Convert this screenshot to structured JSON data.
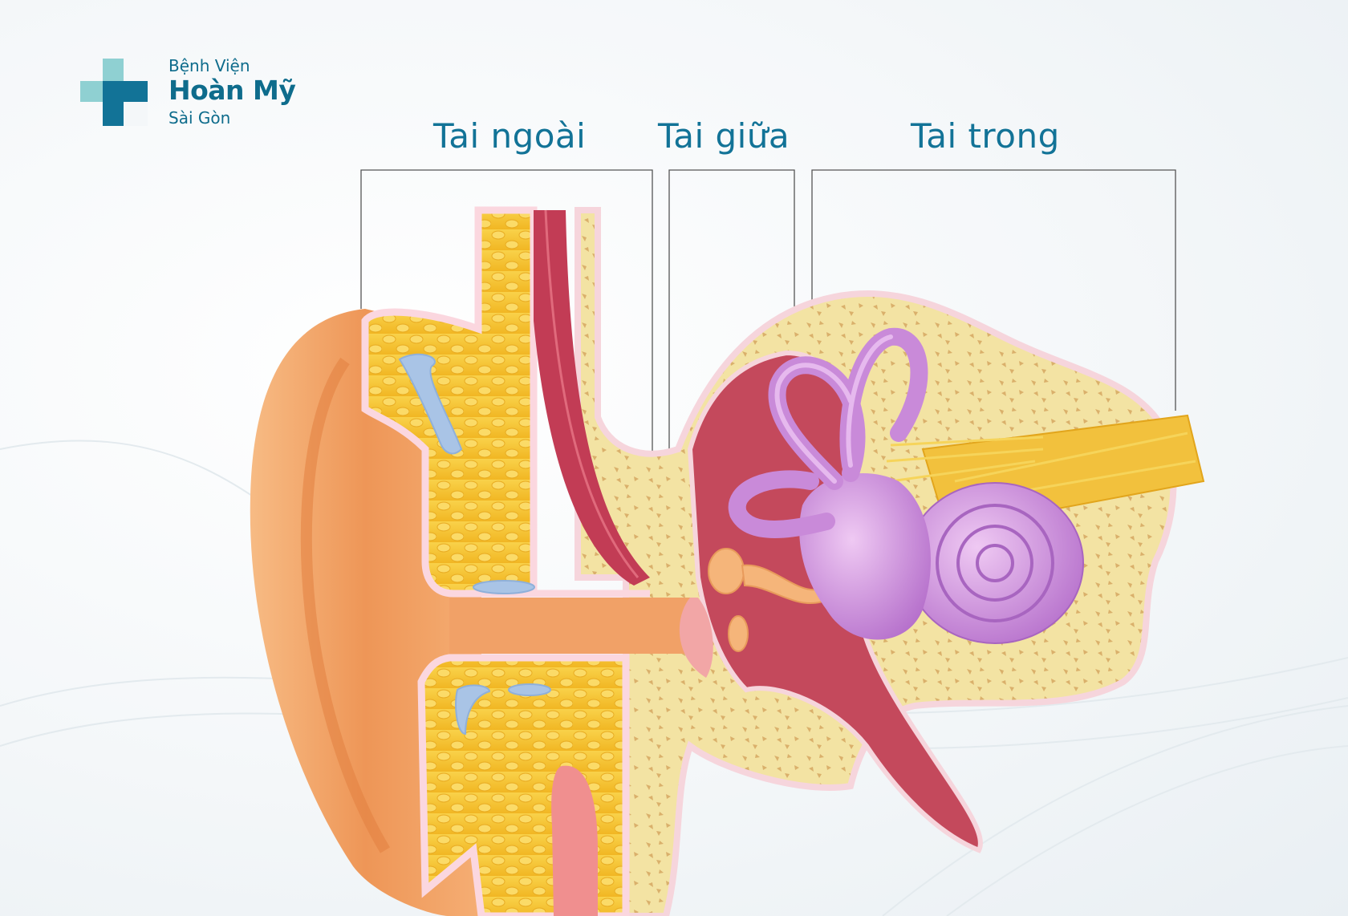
{
  "logo": {
    "line1": "Bệnh Viện",
    "line2": "Hoàn Mỹ",
    "line3": "Sài Gòn",
    "icon": "medical-cross-icon",
    "colors": {
      "primary": "#127397",
      "light": "#8fd0d2"
    }
  },
  "sections": {
    "outer_ear": "Tai ngoài",
    "middle_ear": "Tai giữa",
    "inner_ear": "Tai trong"
  },
  "colors": {
    "label": "#127397",
    "skin": "#f2a46a",
    "fat": "#f6c637",
    "bone": "#f3e3a3",
    "muscle": "#c23c55",
    "inner_ear": "#c77fd6",
    "nerve": "#f2c13d",
    "cartilage": "#a9c4e6"
  }
}
